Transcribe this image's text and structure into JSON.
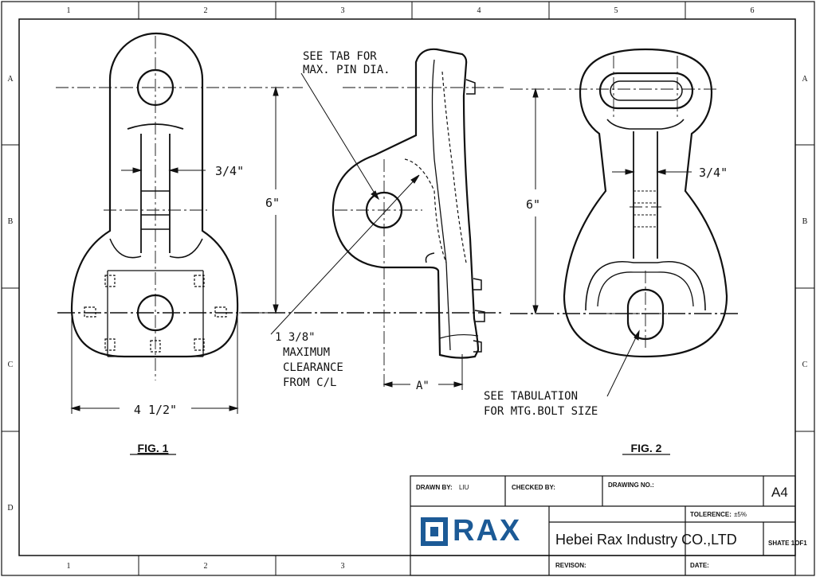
{
  "border": {
    "top_cols": [
      "1",
      "2",
      "3",
      "4",
      "5",
      "6"
    ],
    "bottom_cols": [
      "1",
      "2",
      "3"
    ],
    "rows": [
      "A",
      "B",
      "C",
      "D"
    ]
  },
  "fig1": {
    "caption": "FIG. 1",
    "dim_width": "4 1/2\"",
    "dim_slot": "3/4\"",
    "dim_height": "6\""
  },
  "side_view": {
    "note_pin_line1": "SEE TAB FOR",
    "note_pin_line2": "MAX. PIN DIA.",
    "note_clear_line1": "1 3/8\"",
    "note_clear_line2": "MAXIMUM",
    "note_clear_line3": "CLEARANCE",
    "note_clear_line4": "FROM C/L",
    "dim_a": "A\""
  },
  "fig2": {
    "caption": "FIG. 2",
    "dim_slot": "3/4\"",
    "dim_height": "6\"",
    "note_bolt_line1": "SEE TABULATION",
    "note_bolt_line2": "FOR MTG.BOLT SIZE"
  },
  "title_block": {
    "drawn_by_label": "DRAWN BY:",
    "drawn_by_value": "LIU",
    "checked_by_label": "CHECKED BY:",
    "drawing_no_label": "DRAWING NO.:",
    "sheet_size": "A4",
    "tolerance_label": "TOLERENCE:",
    "tolerance_value": "±5%",
    "logo_text": "RAX",
    "company": "Hebei Rax Industry CO.,LTD",
    "sheet": "SHATE 1OF1",
    "revision_label": "REVISON:",
    "date_label": "DATE:"
  },
  "colors": {
    "ink": "#111111",
    "logo_blue": "#1c5a96"
  }
}
